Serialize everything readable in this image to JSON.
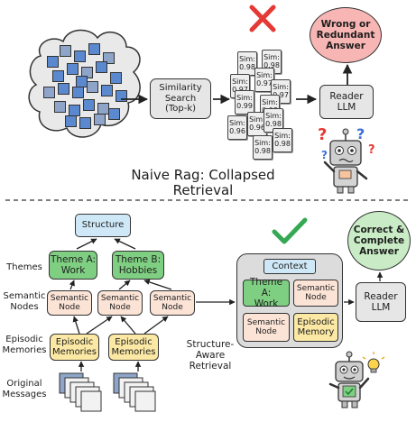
{
  "naive": {
    "caption": "Naive Rag: Collapsed Retrieval",
    "search_box": "Similarity\nSearch\n(Top-k)",
    "reader": "Reader\nLLM",
    "bad_answer": "Wrong or\nRedundant\nAnswer",
    "sim_label": "Sim:",
    "sim_scores": [
      "0.98",
      "0.98",
      "0.97",
      "0.97",
      "0.97",
      "0.99",
      "0.98",
      "0.96",
      "0.96",
      "0.98",
      "0.98",
      "0.98"
    ]
  },
  "structured": {
    "structure": "Structure",
    "theme_a": "Theme A:\nWork",
    "theme_b": "Theme B:\nHobbies",
    "semantic_node": "Semantic\nNode",
    "episodic": "Episodic\nMemories",
    "episodic_memory": "Episodic\nMemory",
    "row_labels": {
      "themes": "Themes",
      "semantic": "Semantic\nNodes",
      "episodic": "Episodic\nMemories",
      "original": "Original\nMessages"
    },
    "retrieval_label": "Structure-\nAware\nRetrieval",
    "context_title": "Context",
    "reader": "Reader\nLLM",
    "good_answer": "Correct &\nComplete\nAnswer"
  },
  "colors": {
    "blue": "#cfe8f7",
    "green": "#7fcf82",
    "peach": "#fbe3d6",
    "yellow": "#fbe8a4",
    "gray": "#e6e6e6",
    "red_answer": "#f7b5b3",
    "green_answer": "#c9ecc6",
    "context_bg": "#dcdcdc",
    "cross": "#e53935",
    "check": "#34a853"
  },
  "icons": [
    "cross-icon",
    "check-icon",
    "robot-confused-icon",
    "robot-happy-icon",
    "lightbulb-icon",
    "question-mark-icon"
  ]
}
